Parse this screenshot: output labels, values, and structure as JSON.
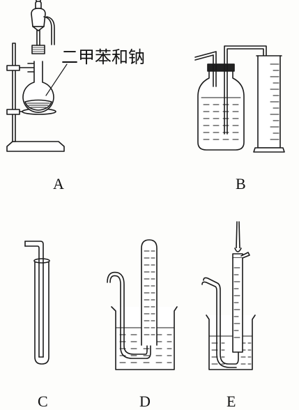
{
  "annotation": "二甲苯和钠",
  "labels": {
    "a": "A",
    "b": "B",
    "c": "C",
    "d": "D",
    "e": "E"
  },
  "colors": {
    "ink": "#1a1a1a",
    "background": "#fdfdfb"
  }
}
